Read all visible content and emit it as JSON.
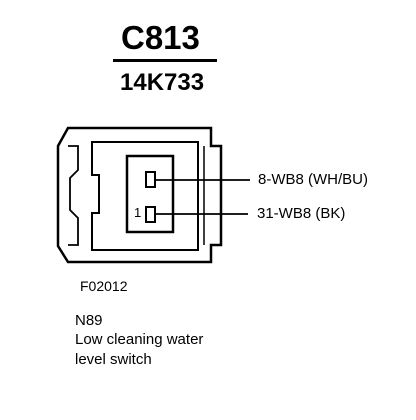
{
  "connector": {
    "name": "C813",
    "part_number": "14K733"
  },
  "pins": [
    {
      "circuit": "8-WB8 (WH/BU)"
    },
    {
      "number": "1",
      "circuit": "31-WB8 (BK)"
    }
  ],
  "figure_id": "F02012",
  "component": {
    "code": "N89",
    "description_line1": "Low cleaning water",
    "description_line2": "level switch"
  }
}
